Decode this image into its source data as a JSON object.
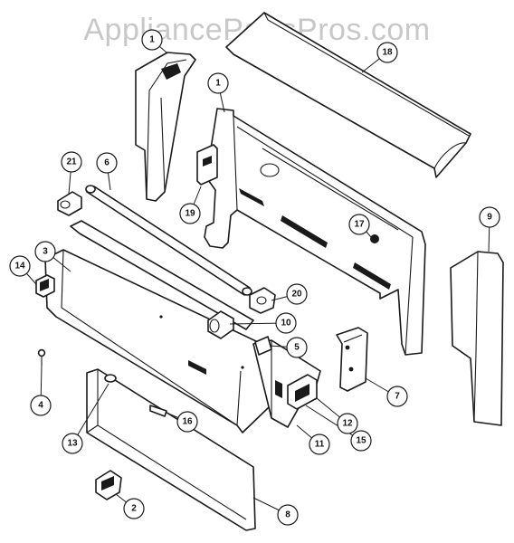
{
  "watermark": "AppliancePartsPros.com",
  "callouts": [
    {
      "label": "1"
    },
    {
      "label": "1"
    },
    {
      "label": "2"
    },
    {
      "label": "3"
    },
    {
      "label": "4"
    },
    {
      "label": "5"
    },
    {
      "label": "6"
    },
    {
      "label": "7"
    },
    {
      "label": "8"
    },
    {
      "label": "9"
    },
    {
      "label": "10"
    },
    {
      "label": "11"
    },
    {
      "label": "12"
    },
    {
      "label": "13"
    },
    {
      "label": "14"
    },
    {
      "label": "15"
    },
    {
      "label": "16"
    },
    {
      "label": "17"
    },
    {
      "label": "18"
    },
    {
      "label": "19"
    },
    {
      "label": "20"
    },
    {
      "label": "21"
    }
  ]
}
